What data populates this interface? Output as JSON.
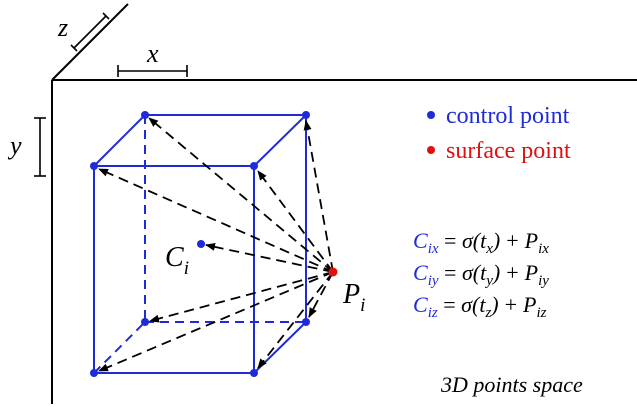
{
  "axes": {
    "z_label": "z",
    "x_label": "x",
    "y_label": "y"
  },
  "labels": {
    "center_base": "C",
    "center_sub": "i",
    "surface_base": "P",
    "surface_sub": "i"
  },
  "legend": {
    "control_point": "control point",
    "surface_point": "surface point",
    "control_color": "#1f2bd6",
    "surface_color": "#e01010"
  },
  "equations": [
    {
      "lhs_base": "C",
      "lhs_sub": "ix",
      "sigma": "σ(",
      "t": "t",
      "t_sub": "x",
      "close": ")",
      "plus": "+",
      "rhs_base": "P",
      "rhs_sub": "ix"
    },
    {
      "lhs_base": "C",
      "lhs_sub": "iy",
      "sigma": "σ(",
      "t": "t",
      "t_sub": "y",
      "close": ")",
      "plus": "+",
      "rhs_base": "P",
      "rhs_sub": "iy"
    },
    {
      "lhs_base": "C",
      "lhs_sub": "iz",
      "sigma": "σ(",
      "t": "t",
      "t_sub": "z",
      "close": ")",
      "plus": "+",
      "rhs_base": "P",
      "rhs_sub": "iz"
    }
  ],
  "caption": "3D points space",
  "colors": {
    "cube": "#1f2bd6",
    "arrow": "#000000"
  }
}
